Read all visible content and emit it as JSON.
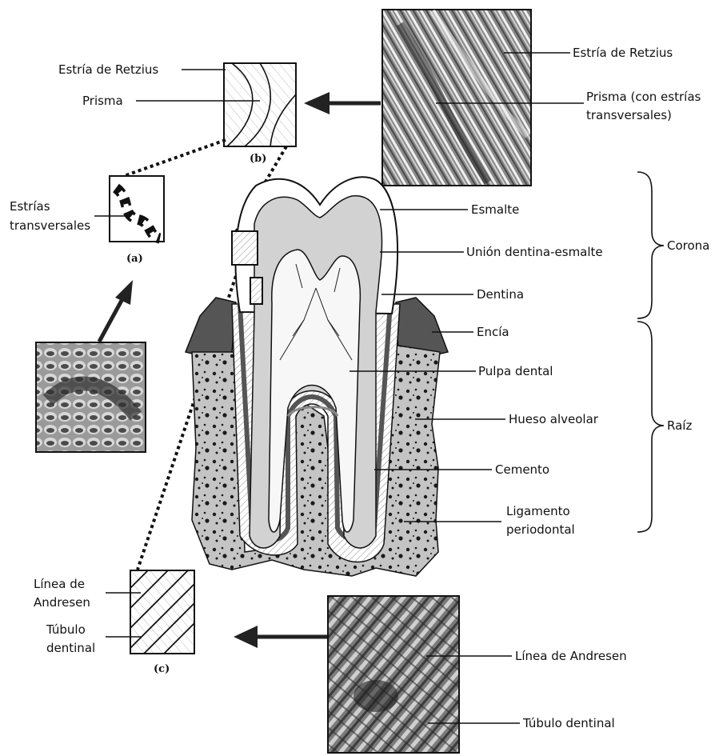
{
  "panel_captions": {
    "a": "(a)",
    "b": "(b)",
    "c": "(c)"
  },
  "labels": {
    "retzius_b": "Estría de Retzius",
    "prisma_b": "Prisma",
    "retzius_photo": "Estría de Retzius",
    "prisma_photo_1": "Prisma (con estrías",
    "prisma_photo_2": "transversales)",
    "estrias_1": "Estrías",
    "estrias_2": "transversales",
    "esmalte": "Esmalte",
    "union": "Unión dentina-esmalte",
    "dentina": "Dentina",
    "encia": "Encía",
    "pulpa": "Pulpa dental",
    "hueso": "Hueso alveolar",
    "cemento": "Cemento",
    "ligamento_1": "Ligamento",
    "ligamento_2": "periodontal",
    "corona": "Corona",
    "raiz": "Raíz",
    "andresen_c_1": "Línea de",
    "andresen_c_2": "Andresen",
    "tubulo_c_1": "Túbulo",
    "tubulo_c_2": "dentinal",
    "andresen_photo": "Línea de Andresen",
    "tubulo_photo": "Túbulo dentinal"
  }
}
